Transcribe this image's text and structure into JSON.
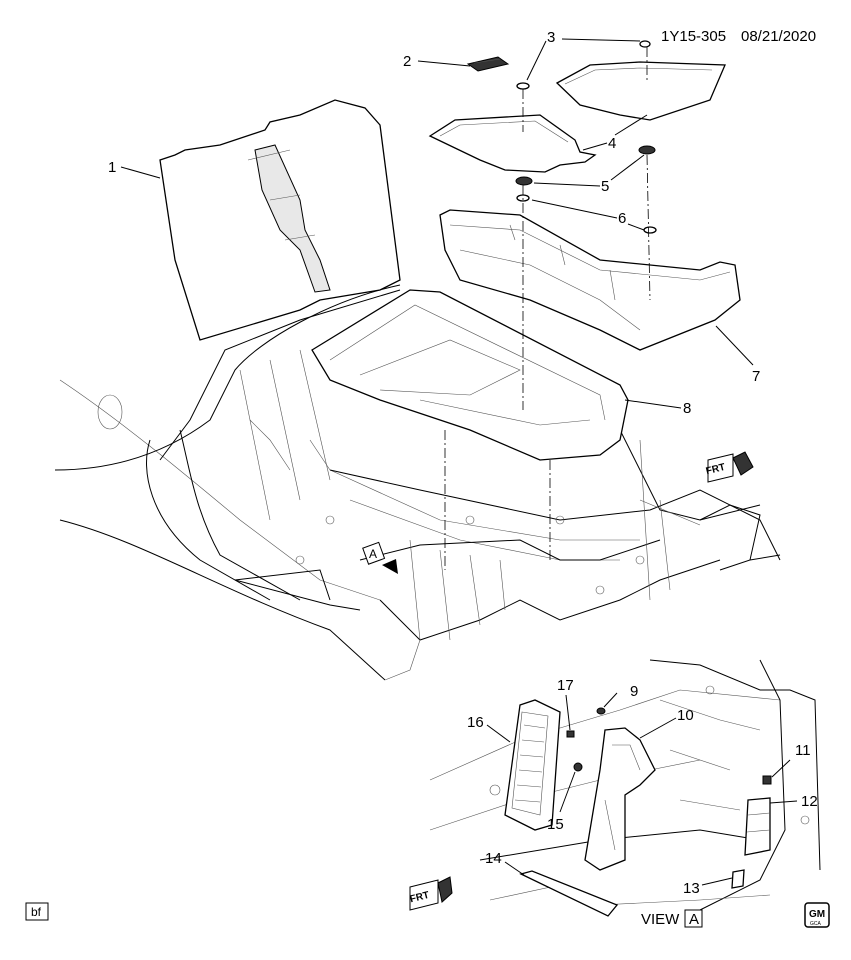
{
  "header": {
    "diagram_id": "1Y15-305",
    "date": "08/21/2020"
  },
  "callouts": [
    {
      "label": "1"
    },
    {
      "label": "2"
    },
    {
      "label": "3"
    },
    {
      "label": "4"
    },
    {
      "label": "5"
    },
    {
      "label": "6"
    },
    {
      "label": "7"
    },
    {
      "label": "8"
    },
    {
      "label": "9"
    },
    {
      "label": "10"
    },
    {
      "label": "11"
    },
    {
      "label": "12"
    },
    {
      "label": "13"
    },
    {
      "label": "14"
    },
    {
      "label": "15"
    },
    {
      "label": "16"
    },
    {
      "label": "17"
    }
  ],
  "markers": {
    "frt_top": "FRT",
    "frt_bottom": "FRT",
    "view_ref": "A",
    "view_text": "VIEW",
    "view_box": "A"
  },
  "footer": {
    "bf_tag": "bf",
    "gm_logo": "GM",
    "gm_sub": "GCA"
  }
}
